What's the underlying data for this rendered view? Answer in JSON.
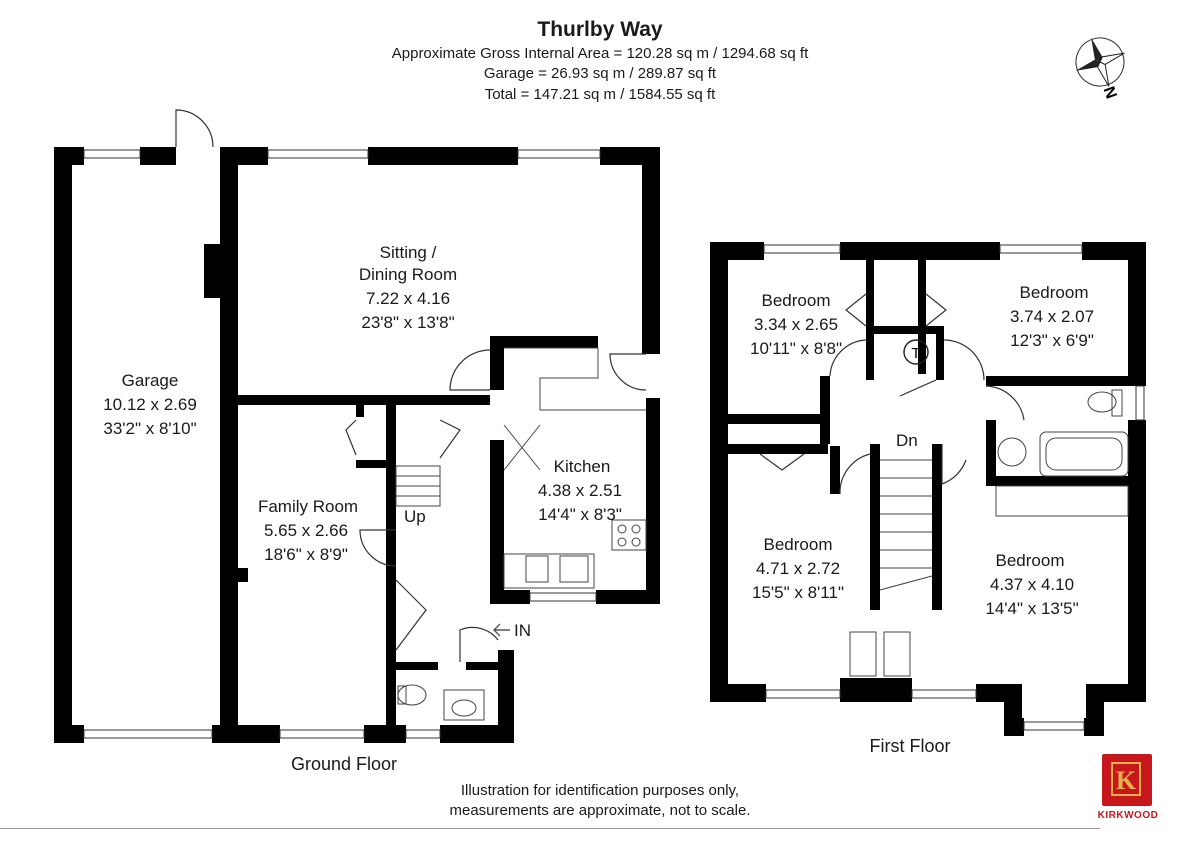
{
  "header": {
    "title": "Thurlby Way",
    "gross_area": "Approximate Gross Internal Area = 120.28 sq m / 1294.68 sq ft",
    "garage_area": "Garage = 26.93 sq m / 289.87 sq ft",
    "total_area": "Total = 147.21 sq m / 1584.55 sq ft"
  },
  "compass": {
    "label": "N",
    "icon": "compass-rose-icon"
  },
  "ground_floor": {
    "label": "Ground Floor",
    "rooms": {
      "garage": {
        "name": "Garage",
        "metric": "10.12 x 2.69",
        "imperial": "33'2\" x 8'10\""
      },
      "sitting": {
        "name_line1": "Sitting /",
        "name_line2": "Dining Room",
        "metric": "7.22 x 4.16",
        "imperial": "23'8\" x 13'8\""
      },
      "kitchen": {
        "name": "Kitchen",
        "metric": "4.38 x 2.51",
        "imperial": "14'4\" x 8'3\""
      },
      "family": {
        "name": "Family Room",
        "metric": "5.65 x 2.66",
        "imperial": "18'6\" x 8'9\""
      }
    },
    "stairs_label": "Up",
    "entrance_label": "IN"
  },
  "first_floor": {
    "label": "First Floor",
    "rooms": {
      "bedroom_nw": {
        "name": "Bedroom",
        "metric": "3.34 x 2.65",
        "imperial": "10'11\" x 8'8\""
      },
      "bedroom_ne": {
        "name": "Bedroom",
        "metric": "3.74 x 2.07",
        "imperial": "12'3\" x 6'9\""
      },
      "bedroom_sw": {
        "name": "Bedroom",
        "metric": "4.71 x 2.72",
        "imperial": "15'5\" x 8'11\""
      },
      "bedroom_se": {
        "name": "Bedroom",
        "metric": "4.37 x 4.10",
        "imperial": "14'4\" x 13'5\""
      }
    },
    "stairs_label": "Dn",
    "tank_label": "T"
  },
  "footer": {
    "disclaimer_line1": "Illustration for identification purposes only,",
    "disclaimer_line2": "measurements are approximate, not to scale."
  },
  "logo": {
    "mark": "K",
    "text": "KIRKWOOD",
    "color": "#c8161d",
    "accent": "#e3b04b"
  },
  "colors": {
    "wall": "#000000",
    "line": "#333333"
  }
}
